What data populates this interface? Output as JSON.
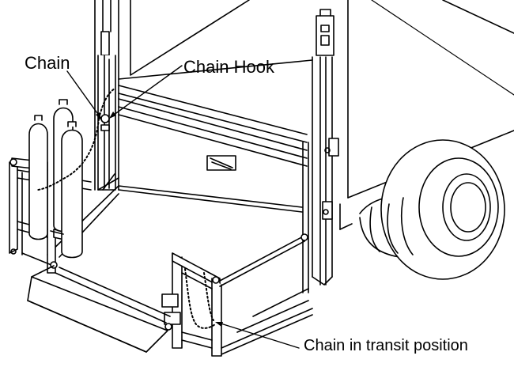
{
  "diagram": {
    "labels": {
      "chain": "Chain",
      "chain_hook": "Chain Hook",
      "chain_transit": "Chain in transit position"
    }
  },
  "colors": {
    "line": "#000000",
    "fill": "#ffffff",
    "shade": "#e6e6e6"
  }
}
